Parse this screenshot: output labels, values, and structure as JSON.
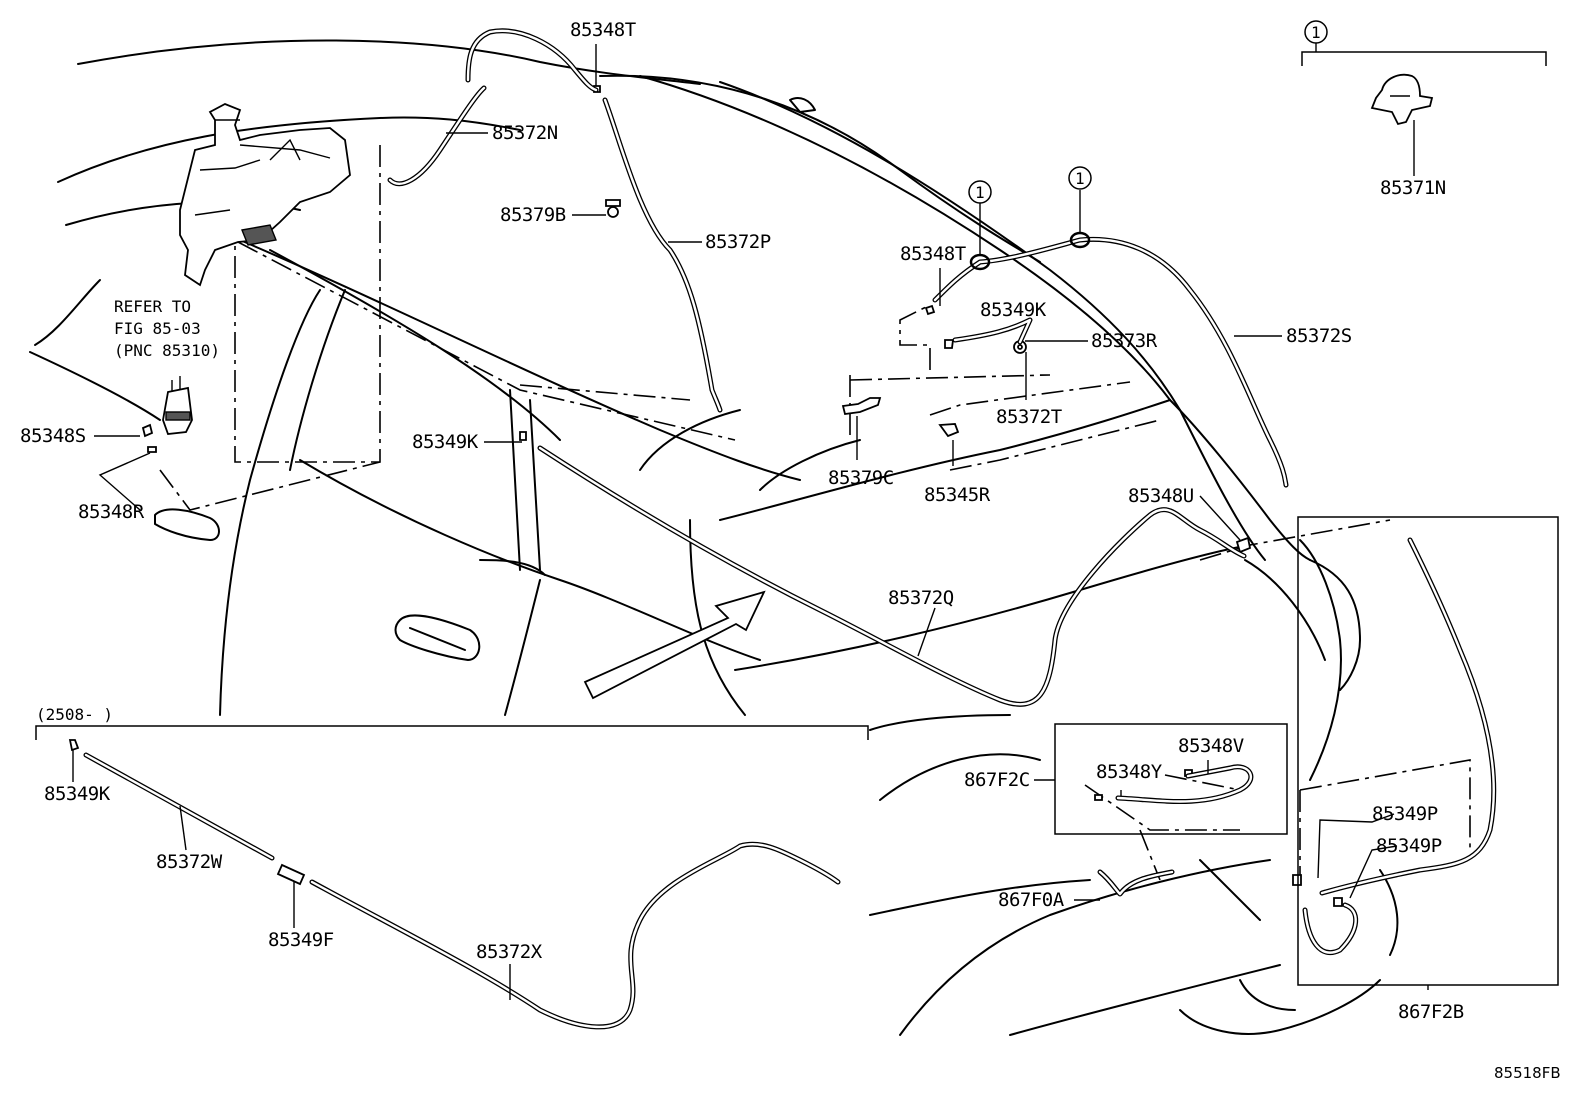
{
  "labels": {
    "l_85348T_top": "85348T",
    "l_85372N": "85372N",
    "l_85379B": "85379B",
    "l_85372P": "85372P",
    "l_refer1": "REFER TO",
    "l_refer2": "FIG 85-03",
    "l_refer3": "(PNC 85310)",
    "l_85348S": "85348S",
    "l_85348R": "85348R",
    "l_85349K_mid": "85349K",
    "l_85348T_mid": "85348T",
    "l_85349K_right": "85349K",
    "l_85373R": "85373R",
    "l_85372S": "85372S",
    "l_85372T": "85372T",
    "l_85379C": "85379C",
    "l_85345R": "85345R",
    "l_85348U": "85348U",
    "l_85372Q": "85372Q",
    "l_85371N": "85371N",
    "l_ref_circle_top": "1",
    "l_ref_circle_a": "1",
    "l_ref_circle_b": "1",
    "l_date_range": "(2508-     )",
    "l_85349K_bottom": "85349K",
    "l_85372W": "85372W",
    "l_85349F": "85349F",
    "l_85372X": "85372X",
    "l_85348V": "85348V",
    "l_85348Y": "85348Y",
    "l_867F2C": "867F2C",
    "l_867F0A": "867F0A",
    "l_85349P_a": "85349P",
    "l_85349P_b": "85349P",
    "l_867F2B": "867F2B",
    "l_figure_code": "85518FB"
  }
}
